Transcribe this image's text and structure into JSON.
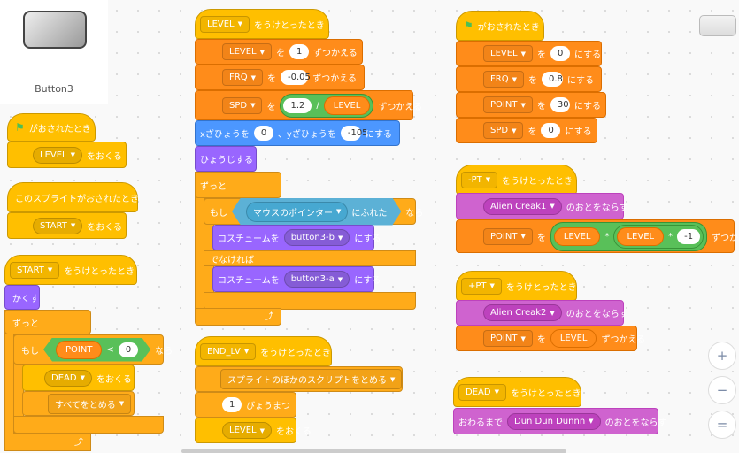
{
  "sprite": {
    "name": "Button3"
  },
  "left": {
    "s1": {
      "hat": "がおされたとき",
      "b1_dd": "LEVEL",
      "b1_t": "をおくる"
    },
    "s2": {
      "hat": "このスプライトがおされたとき",
      "b1_dd": "START",
      "b1_t": "をおくる"
    },
    "s3": {
      "hat_dd": "START",
      "hat_t": "をうけとったとき",
      "hide": "かくす",
      "forever": "ずっと",
      "if": "もし",
      "var": "POINT",
      "lt": "<",
      "val": "0",
      "then": "なら",
      "b_dd": "DEAD",
      "b_t": "をおくる",
      "stop": "すべてをとめる"
    }
  },
  "mid": {
    "s1": {
      "hat_dd": "LEVEL",
      "hat_t": "をうけとったとき",
      "c1": {
        "dd": "LEVEL",
        "wo": "を",
        "v": "1",
        "t": "ずつかえる"
      },
      "c2": {
        "dd": "FRQ",
        "wo": "を",
        "v": "-0.05",
        "t": "ずつかえる"
      },
      "c3": {
        "dd": "SPD",
        "wo": "を",
        "v": "1.2",
        "op": "/",
        "r": "LEVEL",
        "t": "ずつかえる"
      },
      "goto": {
        "a": "xざひょうを",
        "x": "0",
        "sep": "、yざひょうを",
        "y": "-105",
        "t": "にする"
      },
      "show": "ひょうじする",
      "forever": "ずっと",
      "if": "もし",
      "touch_dd": "マウスのポインター",
      "touch_t": "にふれた",
      "then": "なら",
      "cos1": {
        "a": "コスチュームを",
        "dd": "button3-b",
        "t": "にする"
      },
      "else": "でなければ",
      "cos2": {
        "a": "コスチュームを",
        "dd": "button3-a",
        "t": "にする"
      }
    },
    "s2": {
      "hat_dd": "END_LV",
      "hat_t": "をうけとったとき",
      "stop": "スプライトのほかのスクリプトをとめる",
      "wait_v": "1",
      "wait_t": "びょうまつ",
      "b_dd": "LEVEL",
      "b_t": "をおくる"
    }
  },
  "right": {
    "s1": {
      "hat": "がおされたとき",
      "rows": [
        {
          "dd": "LEVEL",
          "wo": "を",
          "v": "0",
          "t": "にする"
        },
        {
          "dd": "FRQ",
          "wo": "を",
          "v": "0.8",
          "t": "にする"
        },
        {
          "dd": "POINT",
          "wo": "を",
          "v": "30",
          "t": "にする"
        },
        {
          "dd": "SPD",
          "wo": "を",
          "v": "0",
          "t": "にする"
        }
      ]
    },
    "s2": {
      "hat_dd": "-PT",
      "hat_t": "をうけとったとき",
      "snd": "Alien Creak1",
      "snd_t": "のおとをならす",
      "dd": "POINT",
      "wo": "を",
      "r1": "LEVEL",
      "op1": "*",
      "r2": "LEVEL",
      "op2": "*",
      "v": "-1",
      "t": "ずつかえる"
    },
    "s3": {
      "hat_dd": "+PT",
      "hat_t": "をうけとったとき",
      "snd": "Alien Creak2",
      "snd_t": "のおとをならす",
      "dd": "POINT",
      "wo": "を",
      "r": "LEVEL",
      "t": "ずつかえる"
    },
    "s4": {
      "hat_dd": "DEAD",
      "hat_t": "をうけとったとき",
      "a": "おわるまで",
      "snd": "Dun Dun Dunnn",
      "snd_t": "のおとをならす"
    }
  },
  "zoom": {
    "in": "+",
    "out": "−",
    "reset": "="
  }
}
